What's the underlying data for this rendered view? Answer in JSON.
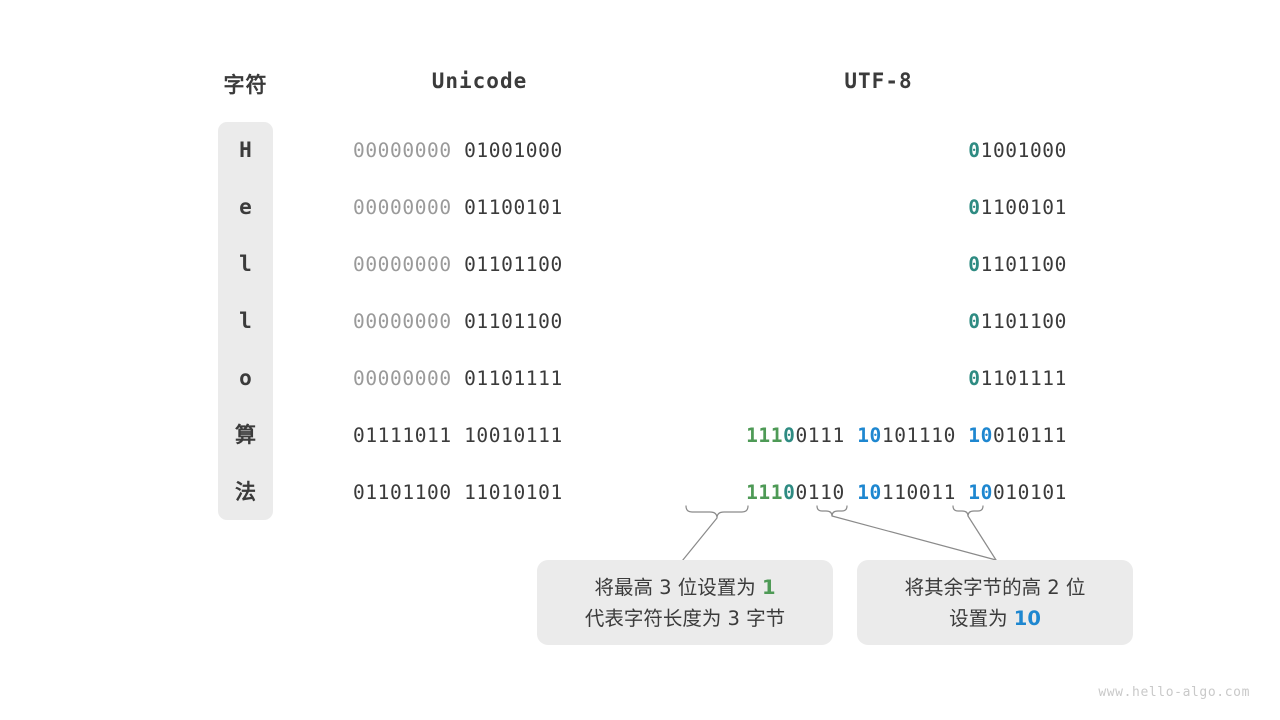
{
  "headers": {
    "char": "字符",
    "unicode": "Unicode",
    "utf8": "UTF-8"
  },
  "rows": [
    {
      "char": "H",
      "unicode_high": "00000000",
      "unicode_low": "01001000",
      "utf8_lead_flag": "0",
      "utf8_lead_rest": "1001000",
      "utf8_cont": []
    },
    {
      "char": "e",
      "unicode_high": "00000000",
      "unicode_low": "01100101",
      "utf8_lead_flag": "0",
      "utf8_lead_rest": "1100101",
      "utf8_cont": []
    },
    {
      "char": "l",
      "unicode_high": "00000000",
      "unicode_low": "01101100",
      "utf8_lead_flag": "0",
      "utf8_lead_rest": "1101100",
      "utf8_cont": []
    },
    {
      "char": "l",
      "unicode_high": "00000000",
      "unicode_low": "01101100",
      "utf8_lead_flag": "0",
      "utf8_lead_rest": "1101100",
      "utf8_cont": []
    },
    {
      "char": "o",
      "unicode_high": "00000000",
      "unicode_low": "01101111",
      "utf8_lead_flag": "0",
      "utf8_lead_rest": "1101111",
      "utf8_cont": []
    },
    {
      "char": "算",
      "unicode_high": "01111011",
      "unicode_low": "10010111",
      "utf8_lead_ones": "111",
      "utf8_lead_flag": "0",
      "utf8_lead_rest": "0111",
      "utf8_cont": [
        {
          "prefix": "10",
          "rest": "101110"
        },
        {
          "prefix": "10",
          "rest": "010111"
        }
      ]
    },
    {
      "char": "法",
      "unicode_high": "01101100",
      "unicode_low": "11010101",
      "utf8_lead_ones": "111",
      "utf8_lead_flag": "0",
      "utf8_lead_rest": "0110",
      "utf8_cont": [
        {
          "prefix": "10",
          "rest": "110011"
        },
        {
          "prefix": "10",
          "rest": "010101"
        }
      ]
    }
  ],
  "callouts": [
    {
      "line1_pre": "将最高 3 位设置为 ",
      "line1_em": "1",
      "line2": "代表字符长度为 3 字节"
    },
    {
      "line1": "将其余字节的高 2 位",
      "line2_pre": "设置为 ",
      "line2_em": "10"
    }
  ],
  "watermark": "www.hello-algo.com",
  "colors": {
    "green": "#4e9a56",
    "blue": "#1e87d0",
    "teal": "#2e8b82",
    "dim": "#9a9a9a",
    "dark": "#3b3b3b",
    "card_bg": "#ebebeb"
  }
}
